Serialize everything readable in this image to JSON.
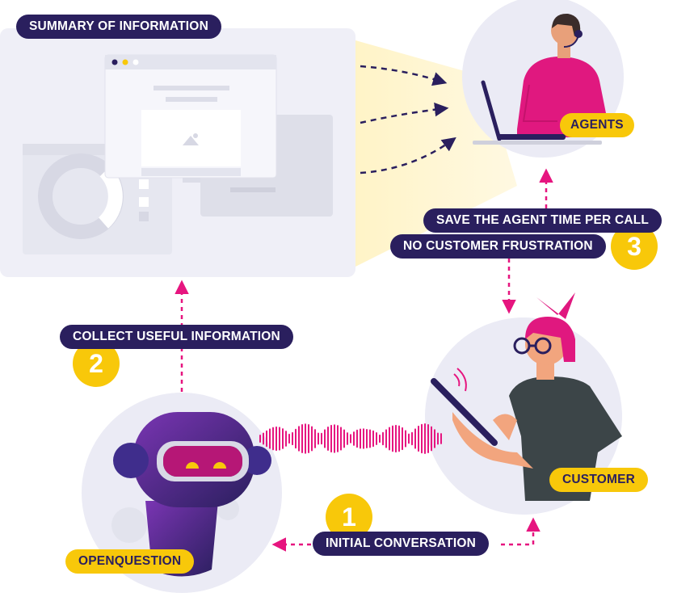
{
  "labels": {
    "summary": "SUMMARY OF INFORMATION",
    "agents": "AGENTS",
    "save_time": "SAVE THE AGENT TIME PER CALL",
    "no_frustration": "NO CUSTOMER FRUSTRATION",
    "collect": "COLLECT USEFUL INFORMATION",
    "customer": "CUSTOMER",
    "initial_conversation": "INITIAL CONVERSATION",
    "openquestion": "OPENQUESTION"
  },
  "steps": {
    "one": "1",
    "two": "2",
    "three": "3"
  },
  "colors": {
    "navy": "#2a1f5e",
    "yellow": "#f8c80a",
    "magenta": "#e6157f",
    "panel": "#efeff7",
    "circle": "#ebebf5",
    "glow": "#fff3c4"
  },
  "icons": [
    "dashboard-mockup",
    "agent-with-headset",
    "customer-with-tablet",
    "robot",
    "sound-wave",
    "image-icon"
  ]
}
